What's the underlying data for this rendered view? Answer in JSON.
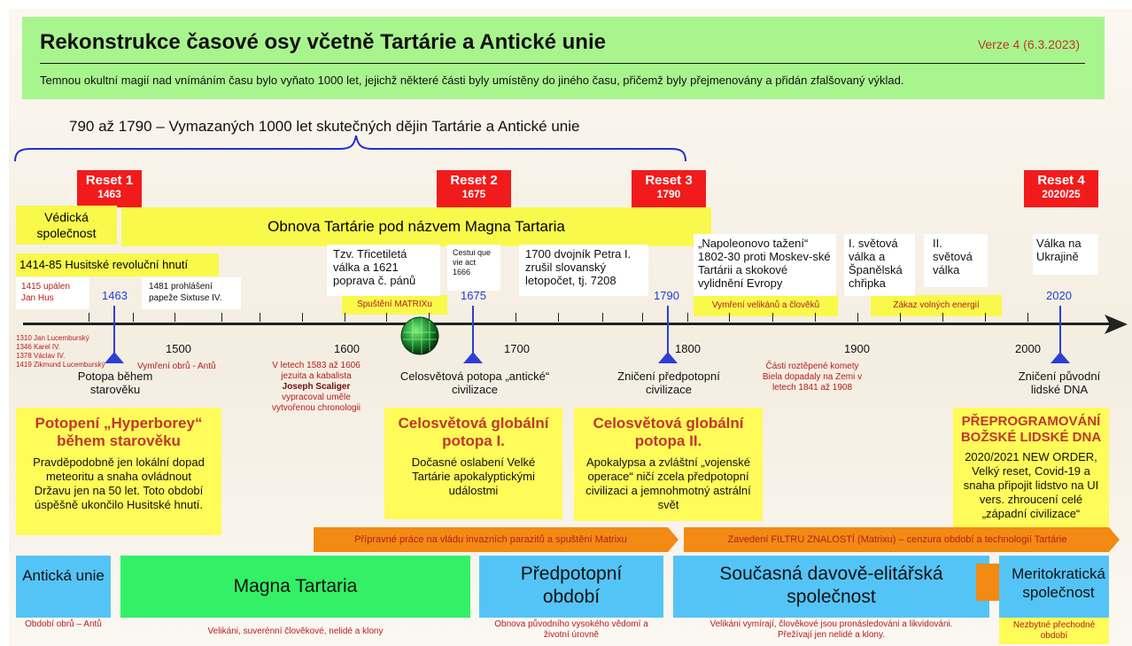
{
  "header": {
    "title": "Rekonstrukce časové osy včetně Tartárie a Antické unie",
    "version": "Verze 4 (6.3.2023)",
    "subtitle": "Temnou okultní magií nad vnímáním času bylo vyňato 1000 let, jejichž některé části byly umístěny do jiného času, přičemž byly přejmenovány a přidán zfalšovaný výklad."
  },
  "brace_label": "790 až 1790 – Vymazaných 1000 let skutečných dějin Tartárie a Antické unie",
  "resets": [
    {
      "label": "Reset 1",
      "year": "1463"
    },
    {
      "label": "Reset 2",
      "year": "1675"
    },
    {
      "label": "Reset 3",
      "year": "1790"
    },
    {
      "label": "Reset 4",
      "year": "2020/25"
    }
  ],
  "bars": {
    "vedic": "Védická společnost",
    "magna": "Obnova Tartárie pod názvem Magna Tartaria",
    "hussite": "1414-85 Husitské revoluční hnutí",
    "matrix_start": "Spuštění MATRIXu",
    "giants_people": "Vymření velikánů a člověků",
    "free_energy": "Zákaz volných energií"
  },
  "notes": {
    "hus": "1415 upálen Jan Hus",
    "sixtus": "1481 prohlášení papeže Sixtuse IV.",
    "thirty_years": "Tzv. Třicetiletá válka a 1621 poprava č. pánů",
    "cestui": "Cestui que vie act 1666",
    "petr": "1700 dvojník Petra I. zrušil slovanský letopočet, tj. 7208",
    "napoleon": "„Napoleonovo tažení“ 1802-30 proti Moskev-ské Tartárii a skokové vylidnění Evropy",
    "ww1": "I. světová válka a Španělská chřipka",
    "ww2": "II. světová válka",
    "ukraine": "Válka na Ukrajině",
    "kings": [
      "1310 Jan Lucemburský",
      "1346 Karel IV.",
      "1378 Václav IV.",
      "1419 Zikmund Lucemburský"
    ],
    "giants_extinct": "Vymření obrů - Antů",
    "scaliger_1": "V letech 1583 až 1606",
    "scaliger_2": "jezuita a kabalista",
    "scaliger_name": "Joseph Scaliger",
    "scaliger_3": "vypracoval uměle",
    "scaliger_4": "vytvořenou chronologii",
    "comet": "Části roztěpené komety Biela dopadaly na Zemi v letech 1841 až 1908"
  },
  "pin_years": [
    "1463",
    "1675",
    "1790",
    "2020"
  ],
  "axis_labels": [
    "1500",
    "1600",
    "1700",
    "1800",
    "1900",
    "2000"
  ],
  "events": {
    "flood_ancient": "Potopa během starověku",
    "flood_antic": "Celosvětová potopa „antické“ civilizace",
    "destruction": "Zničení předpotopní civilizace",
    "dna": "Zničení původní lidské DNA"
  },
  "cards": [
    {
      "title": "Potopení „Hyperborey“ během starověku",
      "body": "Pravděpodobně jen lokální dopad meteoritu a snaha ovládnout Državu jen na 50 let. Toto období úspěšně ukončilo Husitské hnutí."
    },
    {
      "title": "Celosvětová globální potopa I.",
      "body": "Dočasné oslabení Velké Tartárie apokalyptickými událostmi"
    },
    {
      "title": "Celosvětová globální potopa II.",
      "body": "Apokalypsa a zvláštní „vojenské operace“ ničí zcela předpotopní civilizaci a jemnohmotný astrální svět"
    },
    {
      "title": "PŘEPROGRAMOVÁNÍ BOŽSKÉ LIDSKÉ DNA",
      "body": "2020/2021 NEW ORDER, Velký reset, Covid-19 a snaha připojit lidstvo na UI vers. zhroucení celé „západní civilizace“"
    }
  ],
  "arrows": [
    "Přípravné práce na vládu invazních parazitů a spuštění Matrixu",
    "Zavedení FILTRU ZNALOSTÍ (Matrixu) – cenzura období a technologií Tartárie"
  ],
  "eras": [
    {
      "name": "Antická unie",
      "note": "Období obrů – Antů"
    },
    {
      "name": "Magna Tartaria",
      "note": "Velikáni, suverénní člověkové, nelidé a klony"
    },
    {
      "name": "Předpotopní období",
      "note": "Obnova původního vysokého vědomí a životní úrovně"
    },
    {
      "name": "Současná davově-elitářská společnost",
      "note": "Velikáni vymírají, člověkové jsou pronásledováni a likvidováni. Přežívají jen nelidé a klony."
    },
    {
      "name": "Meritokratická společnost",
      "note": "Nezbytné přechodné období"
    }
  ],
  "colors": {
    "header_green": "#a8f58e",
    "reset_red": "#f21b1b",
    "note_yellow": "#fffb59",
    "bar_yellow": "#f9f94b",
    "era_blue": "#54c4f6",
    "era_green": "#33f067",
    "arrow_orange": "#f28a14",
    "pin_blue": "#2c3fd6",
    "card_title": "#c0392b"
  }
}
